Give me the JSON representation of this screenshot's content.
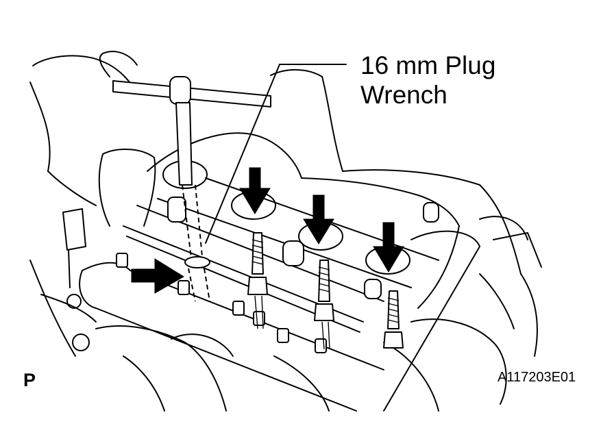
{
  "figure": {
    "callout_line1": "16 mm Plug",
    "callout_line2": "Wrench",
    "figure_code": "A117203E01",
    "corner_mark": "P"
  },
  "colors": {
    "ink": "#000000",
    "paper": "#ffffff"
  },
  "icons": [
    "down-arrow-icon",
    "right-arrow-icon"
  ]
}
